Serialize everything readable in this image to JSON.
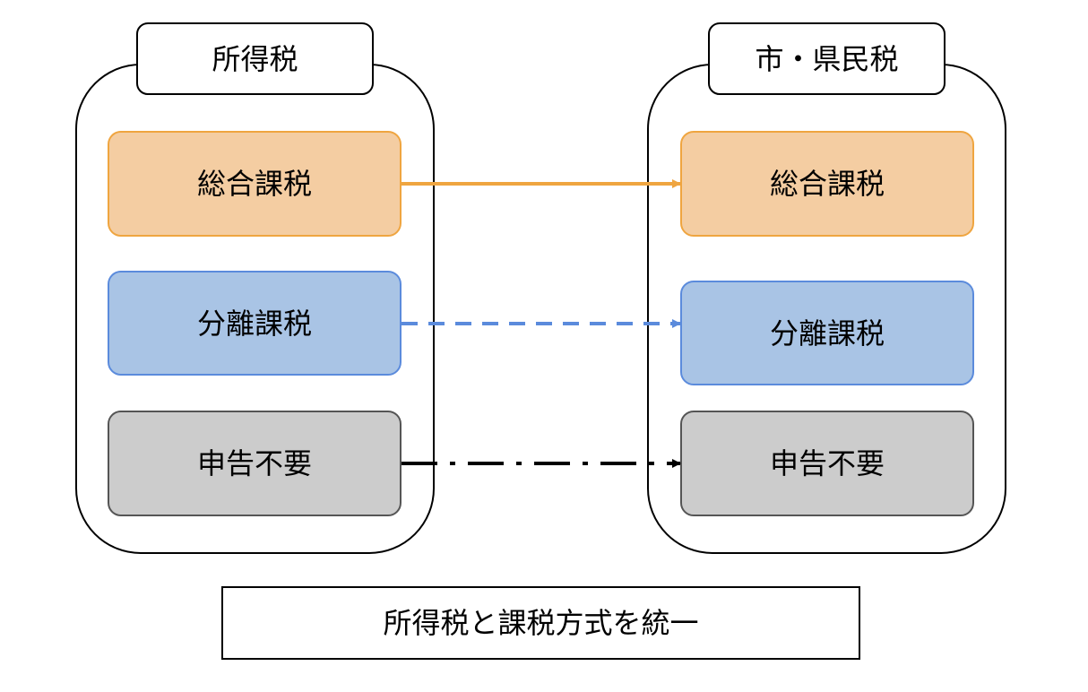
{
  "left_group": {
    "title": "所得税",
    "items": {
      "general": "総合課税",
      "separate": "分離課税",
      "not_required": "申告不要"
    }
  },
  "right_group": {
    "title": "市・県民税",
    "items": {
      "general": "総合課税",
      "separate": "分離課税",
      "not_required": "申告不要"
    }
  },
  "footer": {
    "caption": "所得税と課税方式を統一"
  },
  "colors": {
    "general_fill": "#F4CDA2",
    "general_stroke": "#EFA540",
    "separate_fill": "#A9C4E5",
    "separate_stroke": "#5B8BDC",
    "not_required_fill": "#CCCCCC",
    "not_required_stroke": "#555555"
  }
}
